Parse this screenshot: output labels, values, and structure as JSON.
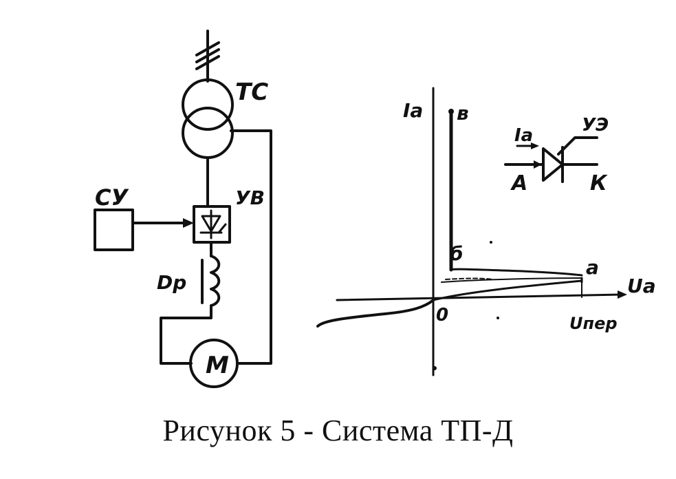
{
  "labels": {
    "ts": "ТС",
    "uv": "УВ",
    "su": "СУ",
    "dr": "Dр",
    "motor": "М",
    "axis_y": "Iа",
    "axis_x": "Uа",
    "pt_v": "в",
    "pt_b": "б",
    "pt_a": "а",
    "pt_0": "0",
    "u_per": "Uпер",
    "thyr_current": "Iа",
    "thyr_ue": "УЭ",
    "thyr_a": "А",
    "thyr_k": "К"
  },
  "caption": "Рисунок 5 - Система ТП-Д"
}
